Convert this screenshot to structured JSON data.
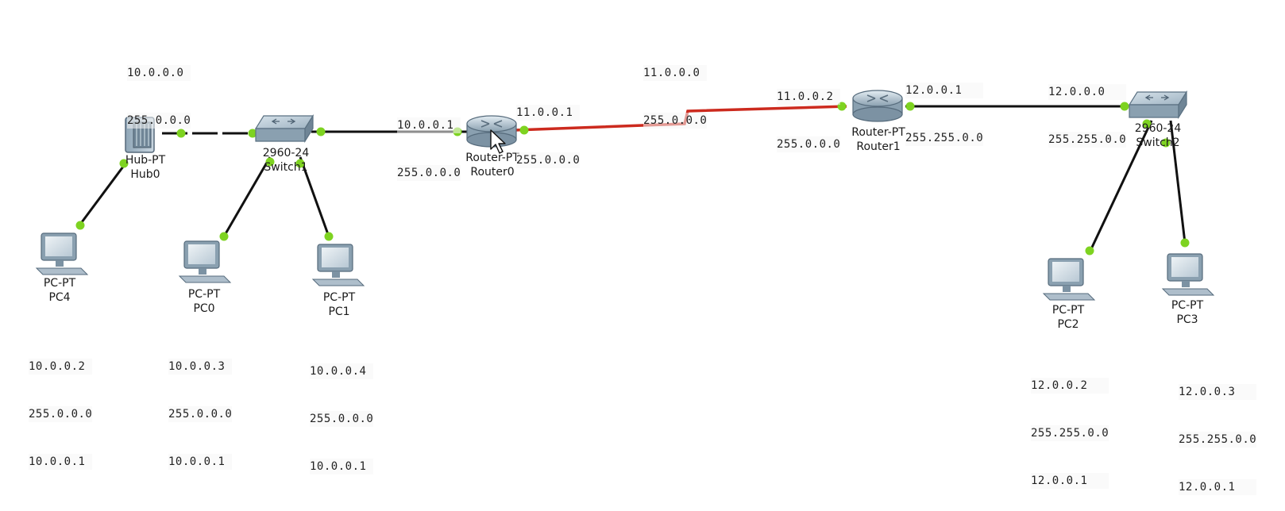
{
  "devices": {
    "hub0": {
      "model": "Hub-PT",
      "name": "Hub0"
    },
    "switch1": {
      "model": "2960-24",
      "name": "Switch1"
    },
    "switch2": {
      "model": "2960-24",
      "name": "Switch2"
    },
    "router0": {
      "model": "Router-PT",
      "name": "Router0"
    },
    "router1": {
      "model": "Router-PT",
      "name": "Router1"
    },
    "pc0": {
      "model": "PC-PT",
      "name": "PC0"
    },
    "pc1": {
      "model": "PC-PT",
      "name": "PC1"
    },
    "pc2": {
      "model": "PC-PT",
      "name": "PC2"
    },
    "pc3": {
      "model": "PC-PT",
      "name": "PC3"
    },
    "pc4": {
      "model": "PC-PT",
      "name": "PC4"
    }
  },
  "notes": {
    "net10": [
      "10.0.0.0",
      "255.0.0.0"
    ],
    "r0_left": [
      "10.0.0.1",
      "255.0.0.0"
    ],
    "r0_right": [
      "11.0.0.1",
      "255.0.0.0"
    ],
    "net11": [
      "11.0.0.0",
      "255.0.0.0"
    ],
    "r1_left": [
      "11.0.0.2",
      "255.0.0.0"
    ],
    "r1_right": [
      "12.0.0.1",
      "255.255.0.0"
    ],
    "net12": [
      "12.0.0.0",
      "255.255.0.0"
    ],
    "pc4": [
      "10.0.0.2",
      "255.0.0.0",
      "10.0.0.1"
    ],
    "pc0": [
      "10.0.0.3",
      "255.0.0.0",
      "10.0.0.1"
    ],
    "pc1": [
      "10.0.0.4",
      "255.0.0.0",
      "10.0.0.1"
    ],
    "pc2": [
      "12.0.0.2",
      "255.255.0.0",
      "12.0.0.1"
    ],
    "pc3": [
      "12.0.0.3",
      "255.255.0.0",
      "12.0.0.1"
    ]
  },
  "colors": {
    "link": "#111111",
    "serial_link": "#cc2a1e",
    "port_up": "#7ed321"
  }
}
